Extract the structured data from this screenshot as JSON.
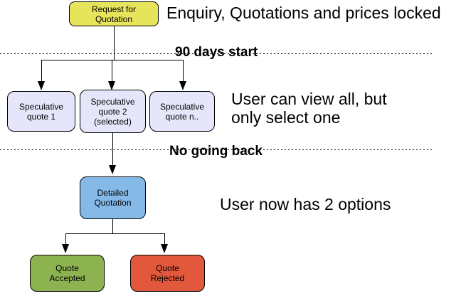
{
  "nodes": {
    "request": {
      "lines": [
        "Request for",
        "Quotation"
      ],
      "fill": "#E6E45A"
    },
    "spec_quote_1": {
      "lines": [
        "Speculative",
        "quote 1"
      ],
      "fill": "#E6E6FA"
    },
    "spec_quote_2": {
      "lines": [
        "Speculative",
        "quote 2",
        "(selected)"
      ],
      "fill": "#E6E6FA"
    },
    "spec_quote_n": {
      "lines": [
        "Speculative",
        "quote n.."
      ],
      "fill": "#E6E6FA"
    },
    "detailed_quotation": {
      "lines": [
        "Detailed",
        "Quotation"
      ],
      "fill": "#85BAE8"
    },
    "quote_accepted": {
      "lines": [
        "Quote",
        "Accepted"
      ],
      "fill": "#8DB351"
    },
    "quote_rejected": {
      "lines": [
        "Quote",
        "Rejected"
      ],
      "fill": "#E1583C"
    }
  },
  "milestones": {
    "start": "90 days start",
    "no_going_back": "No going back"
  },
  "annotations": {
    "enquiry": "Enquiry, Quotations and prices locked",
    "view_all": [
      "User can view all, but",
      "only select one"
    ],
    "two_options": "User now has 2 options"
  },
  "colors": {
    "line": "#000000",
    "node_border": "#000000",
    "request_fill": "#E6E45A",
    "speculative_fill": "#E6E6FA",
    "detailed_fill": "#85BAE8",
    "accepted_fill": "#8DB351",
    "rejected_fill": "#E1583C"
  }
}
